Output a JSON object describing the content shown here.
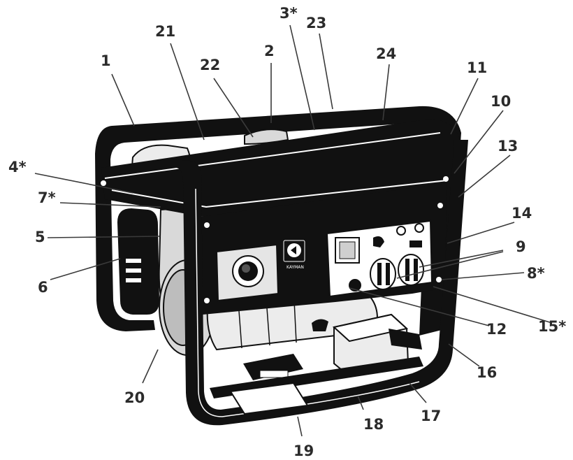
{
  "callouts": [
    {
      "id": "c1",
      "text": "1"
    },
    {
      "id": "c21",
      "text": "21"
    },
    {
      "id": "c22",
      "text": "22"
    },
    {
      "id": "c2",
      "text": "2"
    },
    {
      "id": "c3",
      "text": "3*"
    },
    {
      "id": "c23",
      "text": "23"
    },
    {
      "id": "c24",
      "text": "24"
    },
    {
      "id": "c11",
      "text": "11"
    },
    {
      "id": "c10",
      "text": "10"
    },
    {
      "id": "c13",
      "text": "13"
    },
    {
      "id": "c4",
      "text": "4*"
    },
    {
      "id": "c7",
      "text": "7*"
    },
    {
      "id": "c5",
      "text": "5"
    },
    {
      "id": "c6",
      "text": "6"
    },
    {
      "id": "c14",
      "text": "14"
    },
    {
      "id": "c9",
      "text": "9"
    },
    {
      "id": "c8",
      "text": "8*"
    },
    {
      "id": "c15",
      "text": "15*"
    },
    {
      "id": "c12",
      "text": "12"
    },
    {
      "id": "c16",
      "text": "16"
    },
    {
      "id": "c17",
      "text": "17"
    },
    {
      "id": "c18",
      "text": "18"
    },
    {
      "id": "c19",
      "text": "19"
    },
    {
      "id": "c20",
      "text": "20"
    }
  ],
  "brand_label": "KAYMAN",
  "colors": {
    "frame": "#111111",
    "label_text": "#2b2b2b",
    "panel": "#ffffff",
    "engine": "#d9d9d9"
  },
  "icons": {
    "logo": "chevron-arrow-logo"
  }
}
